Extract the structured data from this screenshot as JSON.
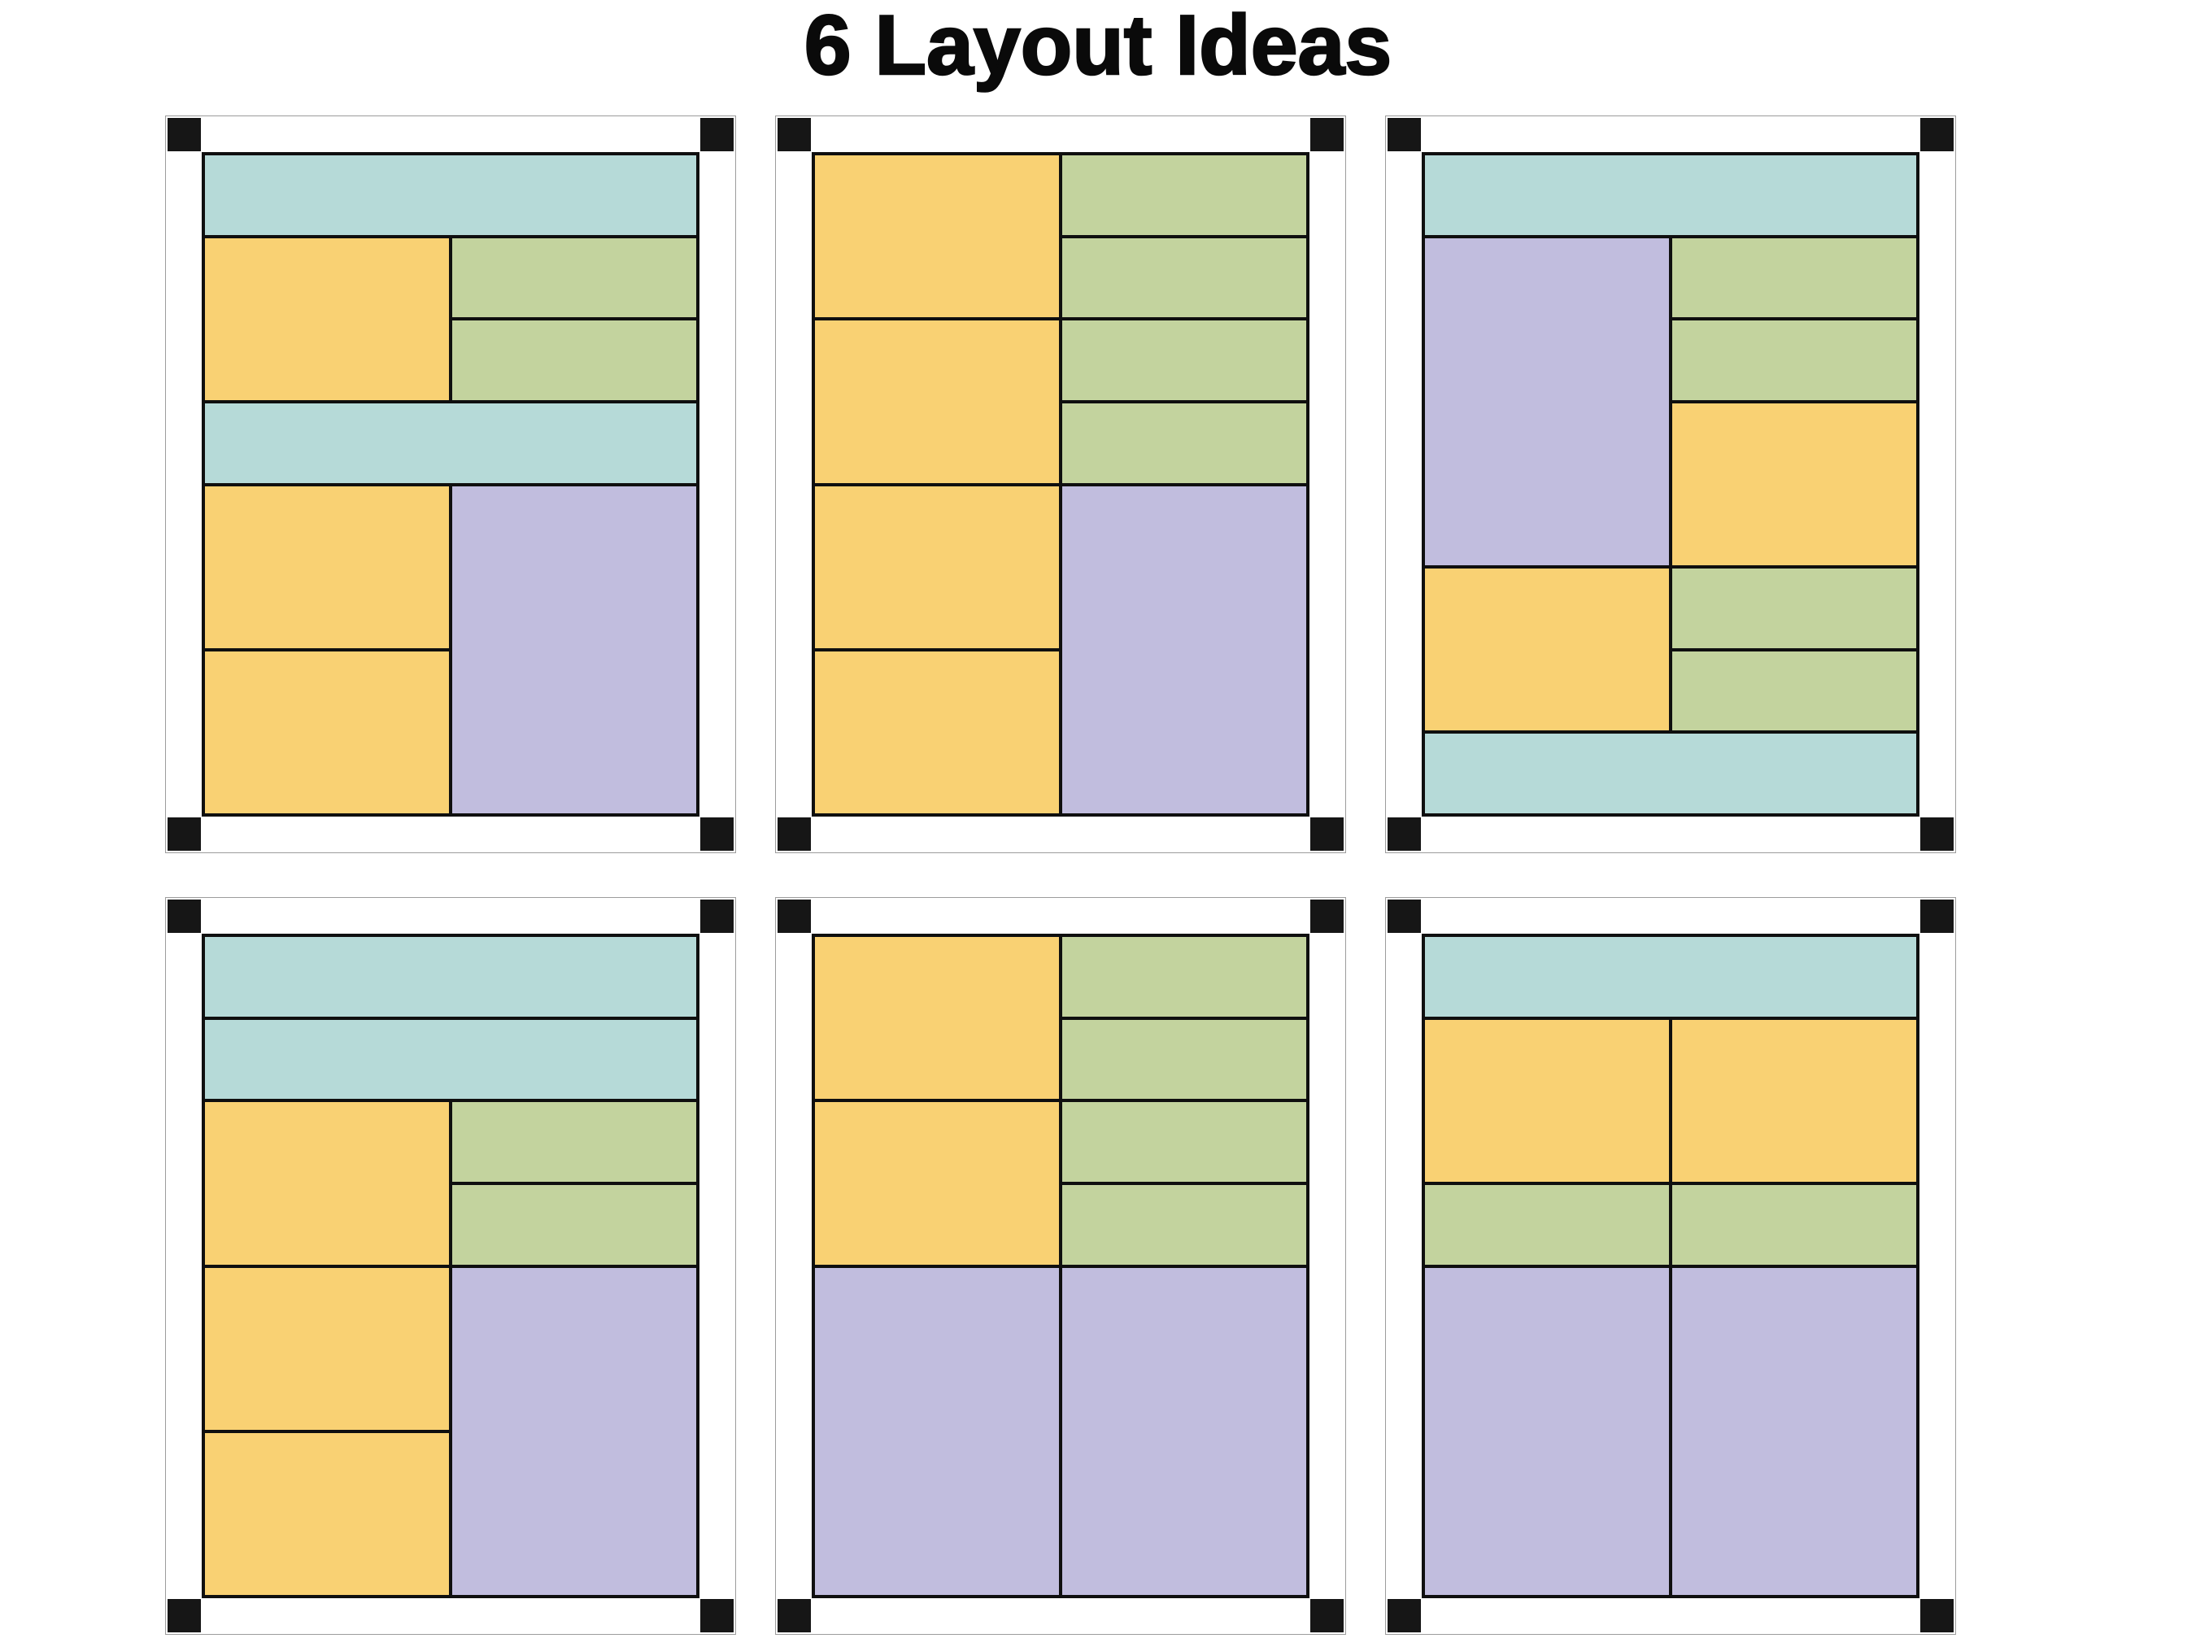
{
  "title": "6 Layout Ideas",
  "palette": {
    "teal": "#b6dad8",
    "yellow": "#f9d173",
    "green": "#c3d39e",
    "purple": "#c1bdde",
    "marker": "#161616",
    "line": "#0f0f0f",
    "page_border": "#9c9c9c",
    "background": "#ffffff",
    "title_color": "#0a0a0a"
  },
  "grid": {
    "panel_rows": 2,
    "panel_cols": 3,
    "content_cols": 2,
    "content_rows": 8
  },
  "panels": [
    {
      "id": 1,
      "blocks": [
        {
          "color": "teal",
          "col": "full",
          "row": 1,
          "span": 1
        },
        {
          "color": "yellow",
          "col": "left",
          "row": 2,
          "span": 2
        },
        {
          "color": "green",
          "col": "right",
          "row": 2,
          "span": 1
        },
        {
          "color": "green",
          "col": "right",
          "row": 3,
          "span": 1
        },
        {
          "color": "teal",
          "col": "full",
          "row": 4,
          "span": 1
        },
        {
          "color": "yellow",
          "col": "left",
          "row": 5,
          "span": 2
        },
        {
          "color": "yellow",
          "col": "left",
          "row": 7,
          "span": 2
        },
        {
          "color": "purple",
          "col": "right",
          "row": 5,
          "span": 4
        }
      ]
    },
    {
      "id": 2,
      "blocks": [
        {
          "color": "yellow",
          "col": "left",
          "row": 1,
          "span": 2
        },
        {
          "color": "green",
          "col": "right",
          "row": 1,
          "span": 1
        },
        {
          "color": "green",
          "col": "right",
          "row": 2,
          "span": 1
        },
        {
          "color": "yellow",
          "col": "left",
          "row": 3,
          "span": 2
        },
        {
          "color": "green",
          "col": "right",
          "row": 3,
          "span": 1
        },
        {
          "color": "green",
          "col": "right",
          "row": 4,
          "span": 1
        },
        {
          "color": "yellow",
          "col": "left",
          "row": 5,
          "span": 2
        },
        {
          "color": "yellow",
          "col": "left",
          "row": 7,
          "span": 2
        },
        {
          "color": "purple",
          "col": "right",
          "row": 5,
          "span": 4
        }
      ]
    },
    {
      "id": 3,
      "blocks": [
        {
          "color": "teal",
          "col": "full",
          "row": 1,
          "span": 1
        },
        {
          "color": "purple",
          "col": "left",
          "row": 2,
          "span": 4
        },
        {
          "color": "green",
          "col": "right",
          "row": 2,
          "span": 1
        },
        {
          "color": "green",
          "col": "right",
          "row": 3,
          "span": 1
        },
        {
          "color": "yellow",
          "col": "right",
          "row": 4,
          "span": 2
        },
        {
          "color": "yellow",
          "col": "left",
          "row": 6,
          "span": 2
        },
        {
          "color": "green",
          "col": "right",
          "row": 6,
          "span": 1
        },
        {
          "color": "green",
          "col": "right",
          "row": 7,
          "span": 1
        },
        {
          "color": "teal",
          "col": "full",
          "row": 8,
          "span": 1
        }
      ]
    },
    {
      "id": 4,
      "blocks": [
        {
          "color": "teal",
          "col": "full",
          "row": 1,
          "span": 1
        },
        {
          "color": "teal",
          "col": "full",
          "row": 2,
          "span": 1
        },
        {
          "color": "yellow",
          "col": "left",
          "row": 3,
          "span": 2
        },
        {
          "color": "green",
          "col": "right",
          "row": 3,
          "span": 1
        },
        {
          "color": "green",
          "col": "right",
          "row": 4,
          "span": 1
        },
        {
          "color": "yellow",
          "col": "left",
          "row": 5,
          "span": 2
        },
        {
          "color": "yellow",
          "col": "left",
          "row": 7,
          "span": 2
        },
        {
          "color": "purple",
          "col": "right",
          "row": 5,
          "span": 4
        }
      ]
    },
    {
      "id": 5,
      "blocks": [
        {
          "color": "yellow",
          "col": "left",
          "row": 1,
          "span": 2
        },
        {
          "color": "green",
          "col": "right",
          "row": 1,
          "span": 1
        },
        {
          "color": "green",
          "col": "right",
          "row": 2,
          "span": 1
        },
        {
          "color": "yellow",
          "col": "left",
          "row": 3,
          "span": 2
        },
        {
          "color": "green",
          "col": "right",
          "row": 3,
          "span": 1
        },
        {
          "color": "green",
          "col": "right",
          "row": 4,
          "span": 1
        },
        {
          "color": "purple",
          "col": "left",
          "row": 5,
          "span": 4
        },
        {
          "color": "purple",
          "col": "right",
          "row": 5,
          "span": 4
        }
      ]
    },
    {
      "id": 6,
      "blocks": [
        {
          "color": "teal",
          "col": "full",
          "row": 1,
          "span": 1
        },
        {
          "color": "yellow",
          "col": "left",
          "row": 2,
          "span": 2
        },
        {
          "color": "yellow",
          "col": "right",
          "row": 2,
          "span": 2
        },
        {
          "color": "green",
          "col": "left",
          "row": 4,
          "span": 1
        },
        {
          "color": "green",
          "col": "right",
          "row": 4,
          "span": 1
        },
        {
          "color": "purple",
          "col": "left",
          "row": 5,
          "span": 4
        },
        {
          "color": "purple",
          "col": "right",
          "row": 5,
          "span": 4
        }
      ]
    }
  ]
}
